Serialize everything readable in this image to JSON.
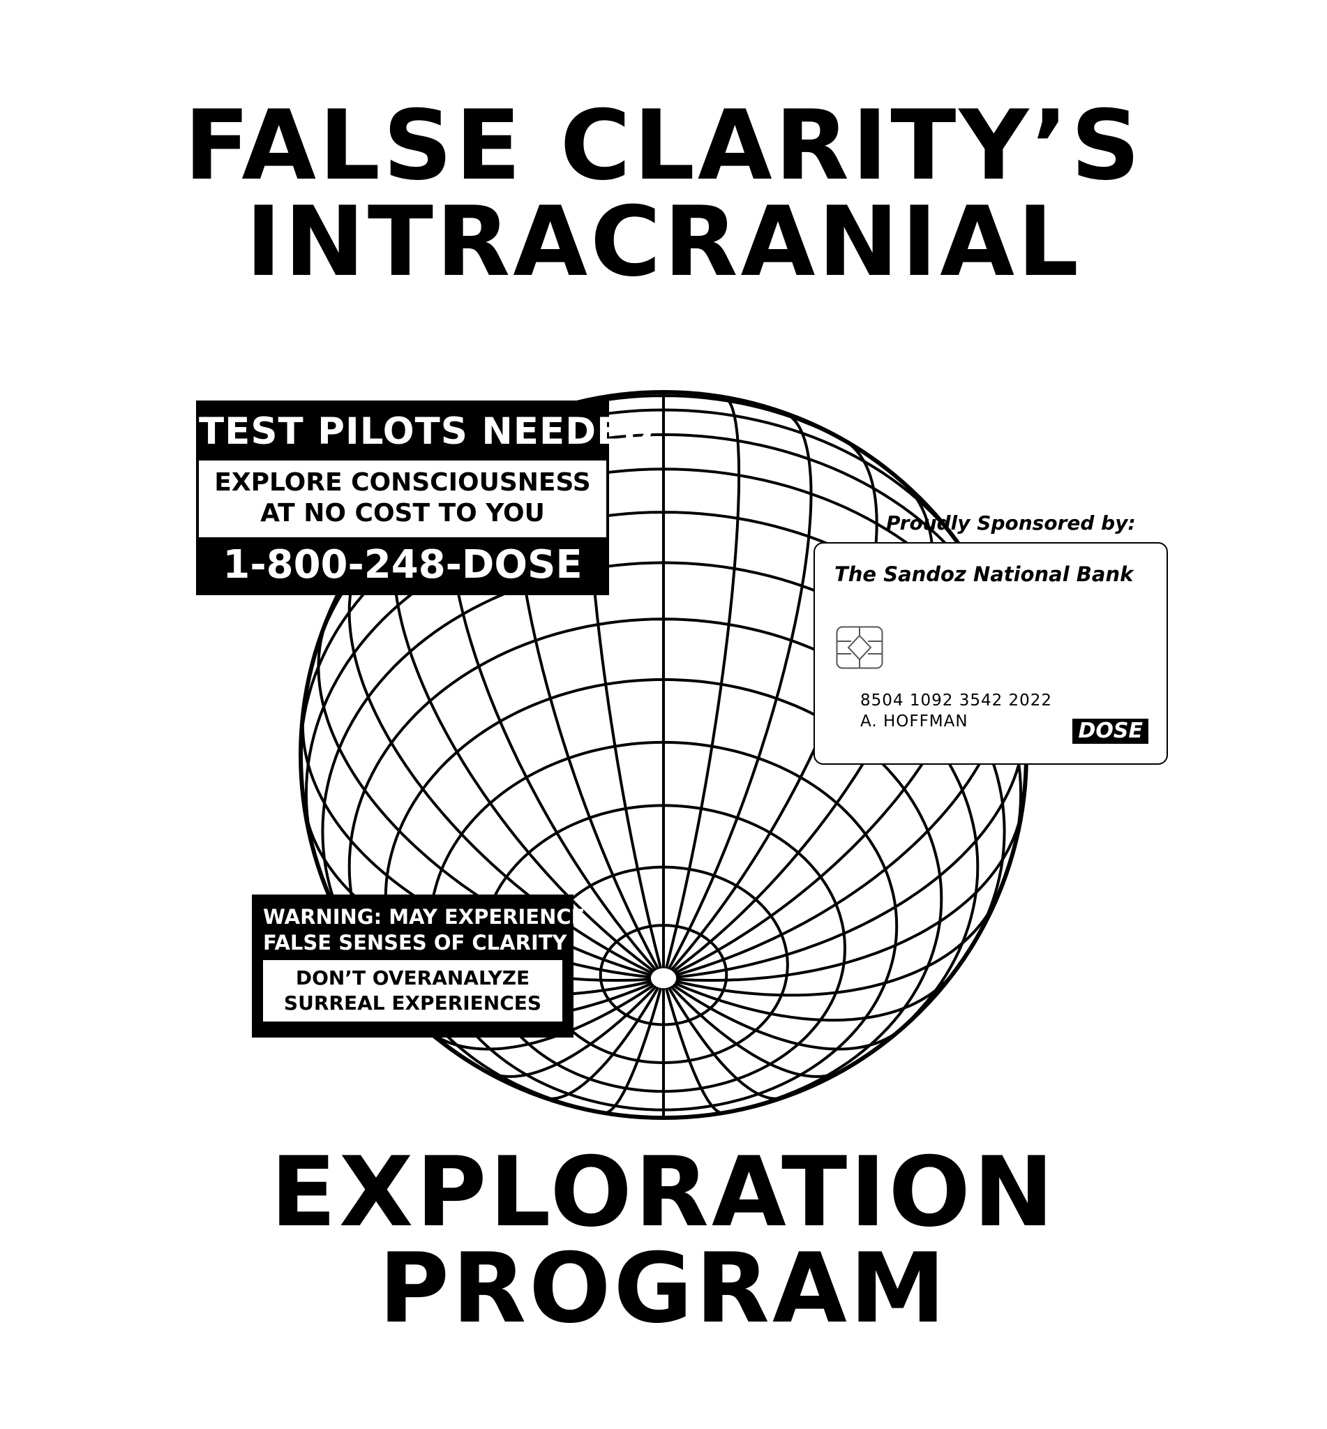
{
  "title_top": {
    "line1": "FALSE CLARITY’S",
    "line2": "INTRACRANIAL"
  },
  "title_bottom": {
    "line1": "EXPLORATION",
    "line2": "PROGRAM"
  },
  "illustration": {
    "icon": "wireframe-globe-icon"
  },
  "test_pilots_sign": {
    "heading": "TEST PILOTS NEEDED",
    "line1": "EXPLORE CONSCIOUSNESS",
    "line2": "AT NO COST TO YOU",
    "phone": "1-800-248-DOSE"
  },
  "warning_sign": {
    "heading_line1": "WARNING: MAY EXPERIENCE",
    "heading_line2": "FALSE SENSES OF CLARITY",
    "box_line1": "DON’T OVERANALYZE",
    "box_line2": "SURREAL EXPERIENCES"
  },
  "sponsor": {
    "label": "Proudly Sponsored by:"
  },
  "card": {
    "bank_name": "The Sandoz National Bank",
    "chip_icon": "card-chip-icon",
    "number": "8504 1092 3542 2022",
    "holder": "A. HOFFMAN",
    "logo": "DOSE"
  },
  "colors": {
    "ink": "#000000",
    "paper": "#ffffff"
  }
}
